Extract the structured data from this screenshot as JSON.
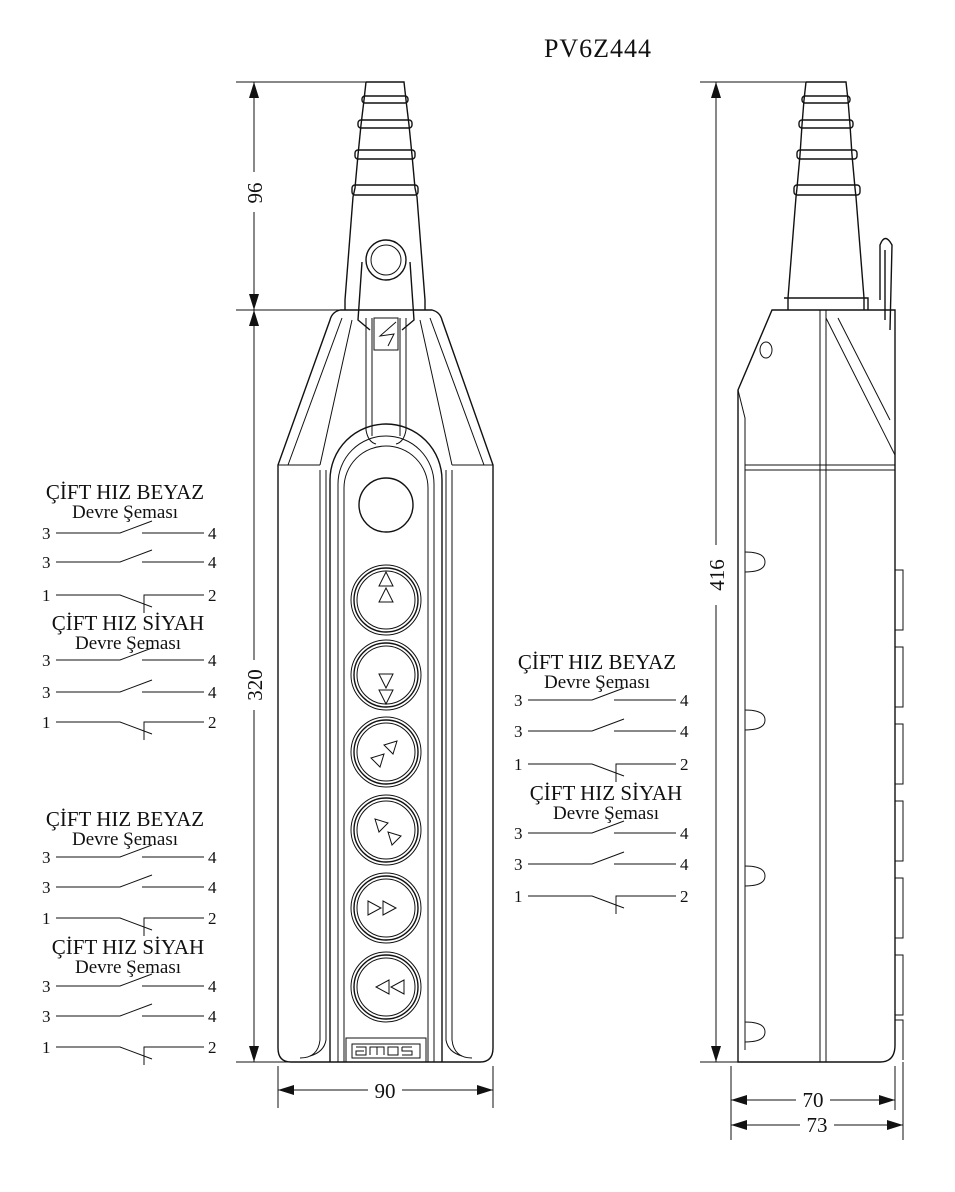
{
  "title": "PV6Z444",
  "dimensions": {
    "gland_height": "96",
    "body_height": "320",
    "front_width": "90",
    "total_height": "416",
    "side_depth": "70",
    "side_depth_total": "73"
  },
  "logo_text": "emas",
  "buttons": [
    {
      "icon": "double-up-arrow-icon"
    },
    {
      "icon": "double-down-arrow-icon"
    },
    {
      "icon": "double-up-right-arrow-icon"
    },
    {
      "icon": "double-up-left-arrow-icon"
    },
    {
      "icon": "double-right-arrow-icon"
    },
    {
      "icon": "double-left-arrow-icon"
    }
  ],
  "schematics": [
    {
      "title": "ÇİFT HIZ BEYAZ",
      "subtitle": "Devre Şeması",
      "rows": [
        {
          "l": "3",
          "r": "4",
          "type": "no"
        },
        {
          "l": "3",
          "r": "4",
          "type": "no"
        },
        {
          "l": "1",
          "r": "2",
          "type": "nc"
        }
      ]
    },
    {
      "title": "ÇİFT HIZ SİYAH",
      "subtitle": "Devre Şeması",
      "rows": [
        {
          "l": "3",
          "r": "4",
          "type": "no"
        },
        {
          "l": "3",
          "r": "4",
          "type": "no"
        },
        {
          "l": "1",
          "r": "2",
          "type": "nc"
        }
      ]
    },
    {
      "title": "ÇİFT HIZ BEYAZ",
      "subtitle": "Devre Şeması",
      "rows": [
        {
          "l": "3",
          "r": "4",
          "type": "no"
        },
        {
          "l": "3",
          "r": "4",
          "type": "no"
        },
        {
          "l": "1",
          "r": "2",
          "type": "nc"
        }
      ]
    },
    {
      "title": "ÇİFT HIZ SİYAH",
      "subtitle": "Devre Şeması",
      "rows": [
        {
          "l": "3",
          "r": "4",
          "type": "no"
        },
        {
          "l": "3",
          "r": "4",
          "type": "no"
        },
        {
          "l": "1",
          "r": "2",
          "type": "nc"
        }
      ]
    },
    {
      "title": "ÇİFT HIZ BEYAZ",
      "subtitle": "Devre Şeması",
      "rows": [
        {
          "l": "3",
          "r": "4",
          "type": "no"
        },
        {
          "l": "3",
          "r": "4",
          "type": "no"
        },
        {
          "l": "1",
          "r": "2",
          "type": "nc"
        }
      ]
    },
    {
      "title": "ÇİFT HIZ SİYAH",
      "subtitle": "Devre Şeması",
      "rows": [
        {
          "l": "3",
          "r": "4",
          "type": "no"
        },
        {
          "l": "3",
          "r": "4",
          "type": "no"
        },
        {
          "l": "1",
          "r": "2",
          "type": "nc"
        }
      ]
    }
  ]
}
